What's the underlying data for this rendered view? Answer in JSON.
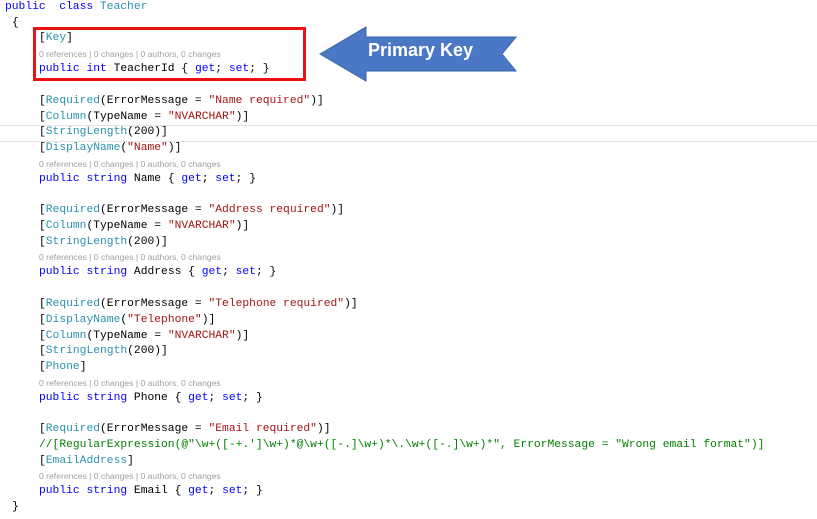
{
  "editor": {
    "lines": [
      {
        "type": "code",
        "indent": 0,
        "tokens": [
          {
            "t": "public  class ",
            "c": "kw"
          },
          {
            "t": "Teacher",
            "c": "ty"
          }
        ]
      },
      {
        "type": "code",
        "indent": 1,
        "tokens": [
          {
            "t": "{",
            "c": "tx"
          }
        ]
      },
      {
        "type": "code",
        "indent": 2,
        "tokens": [
          {
            "t": "[",
            "c": "tx"
          },
          {
            "t": "Key",
            "c": "ty"
          },
          {
            "t": "]",
            "c": "tx"
          }
        ]
      },
      {
        "type": "lens",
        "indent": 2,
        "text": "0 references | 0 changes | 0 authors, 0 changes"
      },
      {
        "type": "code",
        "indent": 2,
        "tokens": [
          {
            "t": "public int ",
            "c": "kw"
          },
          {
            "t": "TeacherId { ",
            "c": "tx"
          },
          {
            "t": "get",
            "c": "kw"
          },
          {
            "t": "; ",
            "c": "tx"
          },
          {
            "t": "set",
            "c": "kw"
          },
          {
            "t": "; }",
            "c": "tx"
          }
        ]
      },
      {
        "type": "blank"
      },
      {
        "type": "code",
        "indent": 2,
        "tokens": [
          {
            "t": "[",
            "c": "tx"
          },
          {
            "t": "Required",
            "c": "ty"
          },
          {
            "t": "(ErrorMessage = ",
            "c": "tx"
          },
          {
            "t": "\"Name required\"",
            "c": "st"
          },
          {
            "t": ")]",
            "c": "tx"
          }
        ]
      },
      {
        "type": "code",
        "indent": 2,
        "tokens": [
          {
            "t": "[",
            "c": "tx"
          },
          {
            "t": "Column",
            "c": "ty"
          },
          {
            "t": "(TypeName = ",
            "c": "tx"
          },
          {
            "t": "\"NVARCHAR\"",
            "c": "st"
          },
          {
            "t": ")]",
            "c": "tx"
          }
        ]
      },
      {
        "type": "code",
        "indent": 2,
        "tokens": [
          {
            "t": "[",
            "c": "tx"
          },
          {
            "t": "StringLength",
            "c": "ty"
          },
          {
            "t": "(200)]",
            "c": "tx"
          }
        ]
      },
      {
        "type": "code",
        "indent": 2,
        "tokens": [
          {
            "t": "[",
            "c": "tx"
          },
          {
            "t": "DisplayName",
            "c": "ty"
          },
          {
            "t": "(",
            "c": "tx"
          },
          {
            "t": "\"Name\"",
            "c": "st"
          },
          {
            "t": ")]",
            "c": "tx"
          }
        ]
      },
      {
        "type": "lens",
        "indent": 2,
        "text": "0 references | 0 changes | 0 authors, 0 changes"
      },
      {
        "type": "code",
        "indent": 2,
        "tokens": [
          {
            "t": "public string ",
            "c": "kw"
          },
          {
            "t": "Name { ",
            "c": "tx"
          },
          {
            "t": "get",
            "c": "kw"
          },
          {
            "t": "; ",
            "c": "tx"
          },
          {
            "t": "set",
            "c": "kw"
          },
          {
            "t": "; }",
            "c": "tx"
          }
        ]
      },
      {
        "type": "blank"
      },
      {
        "type": "code",
        "indent": 2,
        "tokens": [
          {
            "t": "[",
            "c": "tx"
          },
          {
            "t": "Required",
            "c": "ty"
          },
          {
            "t": "(ErrorMessage = ",
            "c": "tx"
          },
          {
            "t": "\"Address required\"",
            "c": "st"
          },
          {
            "t": ")]",
            "c": "tx"
          }
        ]
      },
      {
        "type": "code",
        "indent": 2,
        "tokens": [
          {
            "t": "[",
            "c": "tx"
          },
          {
            "t": "Column",
            "c": "ty"
          },
          {
            "t": "(TypeName = ",
            "c": "tx"
          },
          {
            "t": "\"NVARCHAR\"",
            "c": "st"
          },
          {
            "t": ")]",
            "c": "tx"
          }
        ]
      },
      {
        "type": "code",
        "indent": 2,
        "tokens": [
          {
            "t": "[",
            "c": "tx"
          },
          {
            "t": "StringLength",
            "c": "ty"
          },
          {
            "t": "(200)]",
            "c": "tx"
          }
        ]
      },
      {
        "type": "lens",
        "indent": 2,
        "text": "0 references | 0 changes | 0 authors, 0 changes"
      },
      {
        "type": "code",
        "indent": 2,
        "tokens": [
          {
            "t": "public string ",
            "c": "kw"
          },
          {
            "t": "Address { ",
            "c": "tx"
          },
          {
            "t": "get",
            "c": "kw"
          },
          {
            "t": "; ",
            "c": "tx"
          },
          {
            "t": "set",
            "c": "kw"
          },
          {
            "t": "; }",
            "c": "tx"
          }
        ]
      },
      {
        "type": "blank"
      },
      {
        "type": "code",
        "indent": 2,
        "tokens": [
          {
            "t": "[",
            "c": "tx"
          },
          {
            "t": "Required",
            "c": "ty"
          },
          {
            "t": "(ErrorMessage = ",
            "c": "tx"
          },
          {
            "t": "\"Telephone required\"",
            "c": "st"
          },
          {
            "t": ")]",
            "c": "tx"
          }
        ]
      },
      {
        "type": "code",
        "indent": 2,
        "tokens": [
          {
            "t": "[",
            "c": "tx"
          },
          {
            "t": "DisplayName",
            "c": "ty"
          },
          {
            "t": "(",
            "c": "tx"
          },
          {
            "t": "\"Telephone\"",
            "c": "st"
          },
          {
            "t": ")]",
            "c": "tx"
          }
        ]
      },
      {
        "type": "code",
        "indent": 2,
        "tokens": [
          {
            "t": "[",
            "c": "tx"
          },
          {
            "t": "Column",
            "c": "ty"
          },
          {
            "t": "(TypeName = ",
            "c": "tx"
          },
          {
            "t": "\"NVARCHAR\"",
            "c": "st"
          },
          {
            "t": ")]",
            "c": "tx"
          }
        ]
      },
      {
        "type": "code",
        "indent": 2,
        "tokens": [
          {
            "t": "[",
            "c": "tx"
          },
          {
            "t": "StringLength",
            "c": "ty"
          },
          {
            "t": "(200)]",
            "c": "tx"
          }
        ]
      },
      {
        "type": "code",
        "indent": 2,
        "tokens": [
          {
            "t": "[",
            "c": "tx"
          },
          {
            "t": "Phone",
            "c": "ty"
          },
          {
            "t": "]",
            "c": "tx"
          }
        ]
      },
      {
        "type": "lens",
        "indent": 2,
        "text": "0 references | 0 changes | 0 authors, 0 changes"
      },
      {
        "type": "code",
        "indent": 2,
        "tokens": [
          {
            "t": "public string ",
            "c": "kw"
          },
          {
            "t": "Phone { ",
            "c": "tx"
          },
          {
            "t": "get",
            "c": "kw"
          },
          {
            "t": "; ",
            "c": "tx"
          },
          {
            "t": "set",
            "c": "kw"
          },
          {
            "t": "; }",
            "c": "tx"
          }
        ]
      },
      {
        "type": "blank"
      },
      {
        "type": "code",
        "indent": 2,
        "tokens": [
          {
            "t": "[",
            "c": "tx"
          },
          {
            "t": "Required",
            "c": "ty"
          },
          {
            "t": "(ErrorMessage = ",
            "c": "tx"
          },
          {
            "t": "\"Email required\"",
            "c": "st"
          },
          {
            "t": ")]",
            "c": "tx"
          }
        ]
      },
      {
        "type": "code",
        "indent": 2,
        "tokens": [
          {
            "t": "//[RegularExpression(@\"\\w+([-+.']\\w+)*@\\w+([-.]\\w+)*\\.\\w+([-.]\\w+)*\", ErrorMessage = \"Wrong email format\")]",
            "c": "cm"
          }
        ]
      },
      {
        "type": "code",
        "indent": 2,
        "tokens": [
          {
            "t": "[",
            "c": "tx"
          },
          {
            "t": "EmailAddress",
            "c": "ty"
          },
          {
            "t": "]",
            "c": "tx"
          }
        ]
      },
      {
        "type": "lens",
        "indent": 2,
        "text": "0 references | 0 changes | 0 authors, 0 changes"
      },
      {
        "type": "code",
        "indent": 2,
        "tokens": [
          {
            "t": "public string ",
            "c": "kw"
          },
          {
            "t": "Email { ",
            "c": "tx"
          },
          {
            "t": "get",
            "c": "kw"
          },
          {
            "t": "; ",
            "c": "tx"
          },
          {
            "t": "set",
            "c": "kw"
          },
          {
            "t": "; }",
            "c": "tx"
          }
        ]
      },
      {
        "type": "code",
        "indent": 1,
        "tokens": [
          {
            "t": "}",
            "c": "tx"
          }
        ]
      }
    ]
  },
  "annotation": {
    "label": "Primary Key",
    "arrow_color": "#4a78c4",
    "box_color": "#ee1111"
  }
}
